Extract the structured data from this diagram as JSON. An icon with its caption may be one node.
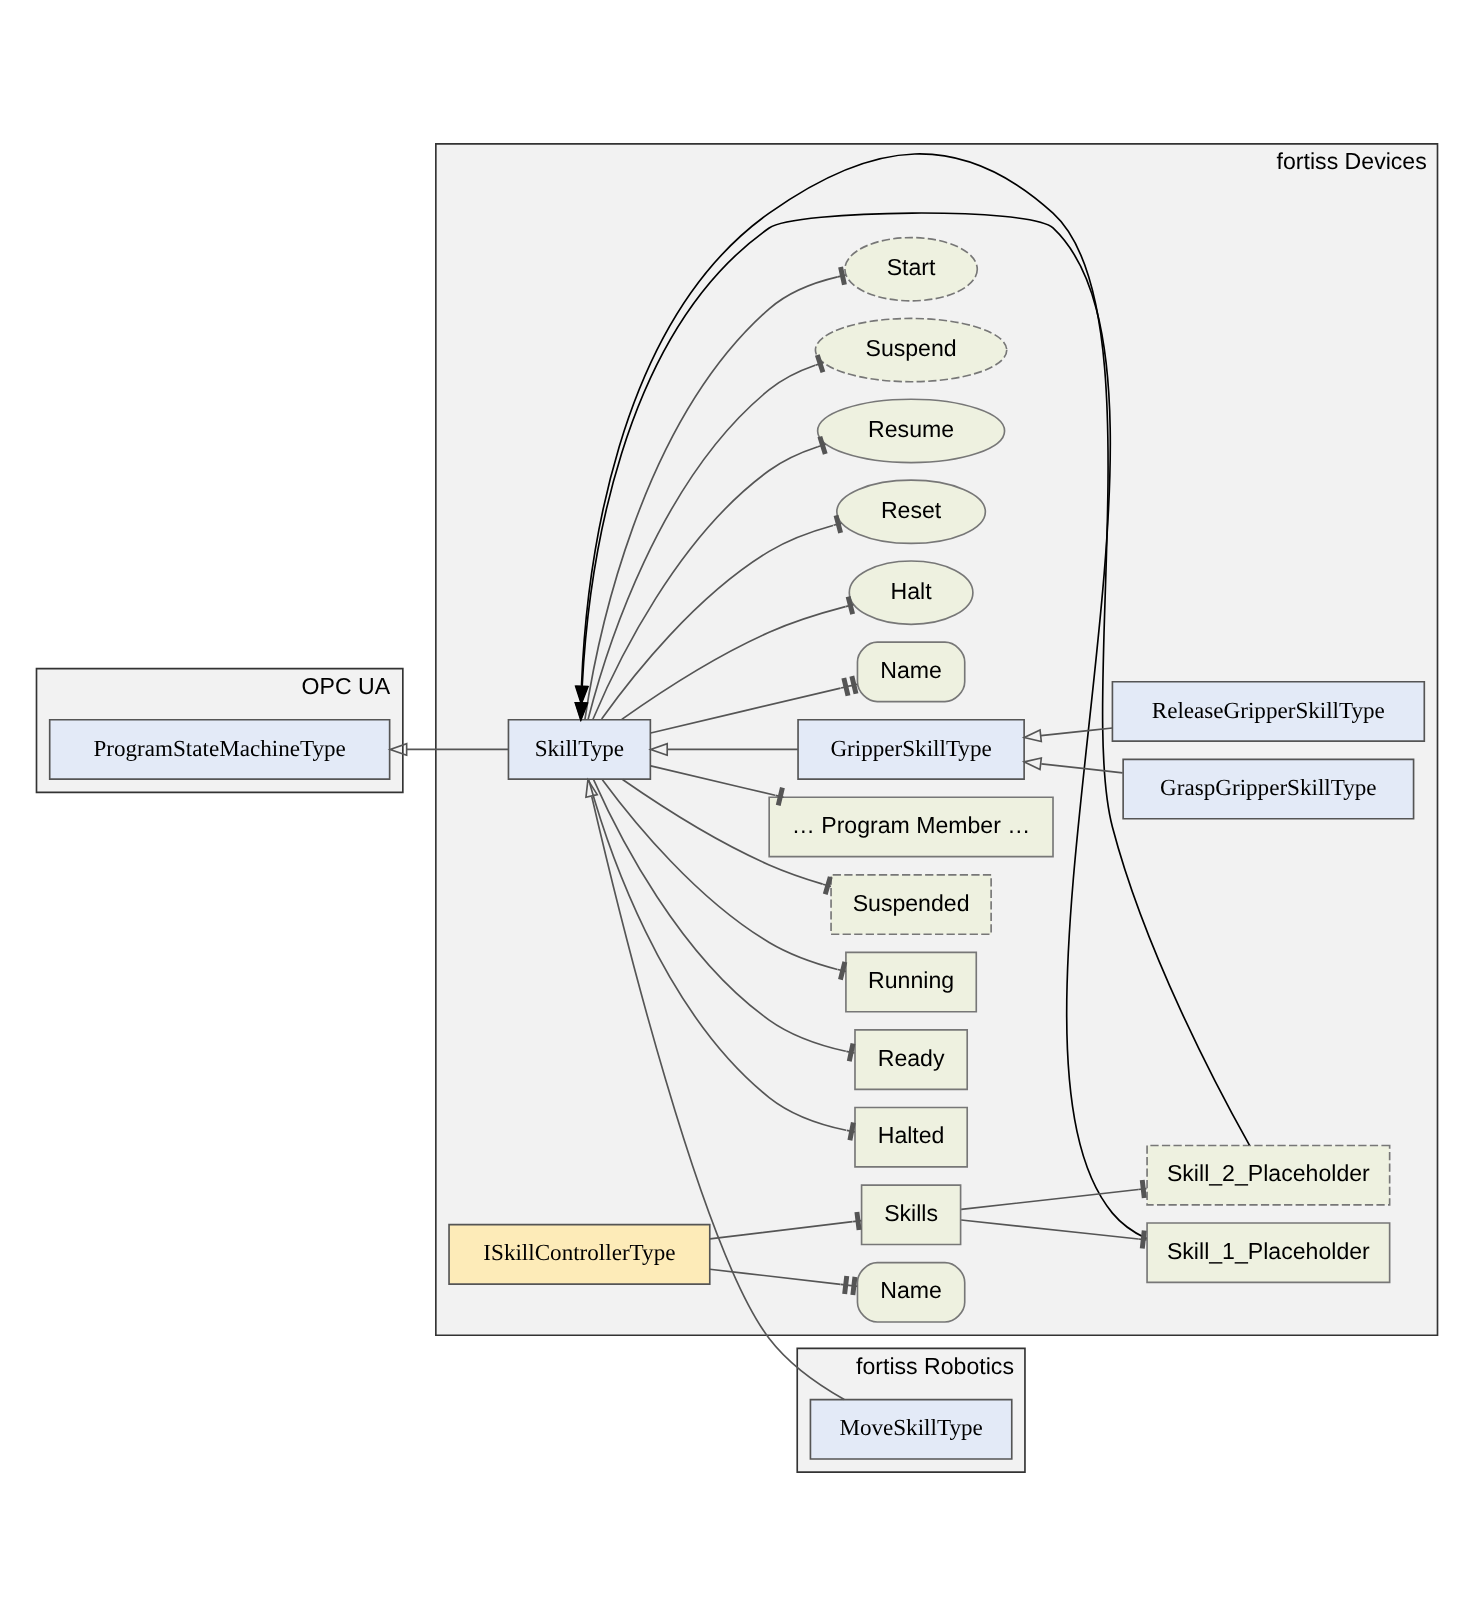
{
  "diagram": {
    "nodes": [
      {
        "text": [
          "OPC UA"
        ]
      },
      {
        "text": [
          "ProgramStateMachineType"
        ],
        "in": 0
      },
      {
        "text": [
          "fortiss Devices"
        ]
      },
      {
        "text": [
          "SkillType"
        ],
        "in": 2
      },
      {
        "text": [
          "Name"
        ],
        "in": 2
      },
      {
        "text": [
          "Halt"
        ],
        "in": 2
      },
      {
        "text": [
          "Reset"
        ],
        "in": 2
      },
      {
        "text": [
          "Resume"
        ],
        "in": 2
      },
      {
        "text": [
          "Suspend"
        ],
        "in": 2
      },
      {
        "text": [
          "Start"
        ],
        "in": 2
      },
      {
        "text": [
          "Halted"
        ],
        "in": 2
      },
      {
        "text": [
          "Ready"
        ],
        "in": 2
      },
      {
        "text": [
          "Running"
        ],
        "in": 2
      },
      {
        "text": [
          "Suspended"
        ],
        "in": 2
      },
      {
        "text": [
          "… Program Member …"
        ],
        "in": 2
      },
      {
        "text": [
          "GripperSkillType"
        ],
        "in": 2
      },
      {
        "text": [
          "GraspGripperSkillType"
        ],
        "in": 2
      },
      {
        "text": [
          "ReleaseGripperSkillType"
        ],
        "in": 2
      },
      {
        "text": [
          "ISkillControllerType"
        ],
        "in": 2
      },
      {
        "text": [
          "Name"
        ],
        "in": 2
      },
      {
        "text": [
          "Skills"
        ],
        "in": 2
      },
      {
        "text": [
          "Skill_1_Placeholder"
        ],
        "in": 2
      },
      {
        "text": [
          "Skill_2_Placeholder"
        ],
        "in": 2
      },
      {
        "text": [
          "fortiss Robotics"
        ]
      },
      {
        "text": [
          "MoveSkillType"
        ],
        "in": 23
      }
    ],
    "edges": [
      {
        "from": 3,
        "to": 1,
        "arrow": "to"
      },
      {
        "from": 3,
        "to": 4,
        "arrow": "other"
      },
      {
        "from": 3,
        "to": 5,
        "arrow": "other"
      },
      {
        "from": 3,
        "to": 6,
        "arrow": "other"
      },
      {
        "from": 3,
        "to": 7,
        "arrow": "other"
      },
      {
        "from": 3,
        "to": 8,
        "arrow": "other"
      },
      {
        "from": 3,
        "to": 9,
        "arrow": "other"
      },
      {
        "from": 3,
        "to": 10,
        "arrow": "other"
      },
      {
        "from": 3,
        "to": 11,
        "arrow": "other"
      },
      {
        "from": 3,
        "to": 12,
        "arrow": "other"
      },
      {
        "from": 3,
        "to": 13,
        "arrow": "other"
      },
      {
        "from": 3,
        "to": 14,
        "arrow": "other"
      },
      {
        "from": 15,
        "to": 3,
        "arrow": "to"
      },
      {
        "from": 16,
        "to": 15,
        "arrow": "to"
      },
      {
        "from": 17,
        "to": 15,
        "arrow": "to"
      },
      {
        "from": 18,
        "to": 19,
        "arrow": "other"
      },
      {
        "from": 18,
        "to": 20,
        "arrow": "other"
      },
      {
        "from": 20,
        "to": 21,
        "arrow": "other"
      },
      {
        "from": 20,
        "to": 22,
        "arrow": "other"
      },
      {
        "from": 21,
        "to": 3,
        "arrow": "to"
      },
      {
        "from": 22,
        "to": 3,
        "arrow": "to"
      },
      {
        "from": 24,
        "to": 3,
        "arrow": "to"
      }
    ]
  }
}
